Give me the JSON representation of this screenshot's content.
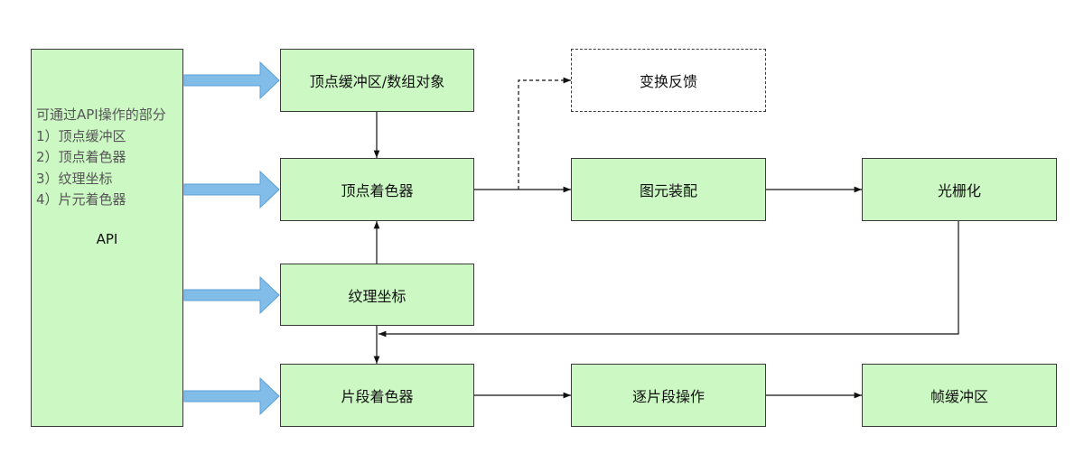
{
  "api_panel": {
    "heading": "可通过API操作的部分",
    "items": [
      "1）顶点缓冲区",
      "2）顶点着色器",
      "3）纹理坐标",
      "4）片元着色器"
    ],
    "label": "API"
  },
  "nodes": {
    "vertex_buffer": "顶点缓冲区/数组对象",
    "vertex_shader": "顶点着色器",
    "texture_coords": "纹理坐标",
    "fragment_shader": "片段着色器",
    "transform_feedback": "变换反馈",
    "primitive_assembly": "图元装配",
    "rasterization": "光栅化",
    "per_fragment_ops": "逐片段操作",
    "framebuffer": "帧缓冲区"
  },
  "colors": {
    "box_fill": "#ccf8c4",
    "box_border": "#3a3a3a",
    "api_arrow": "#7ab8e8",
    "connector": "#111111"
  }
}
